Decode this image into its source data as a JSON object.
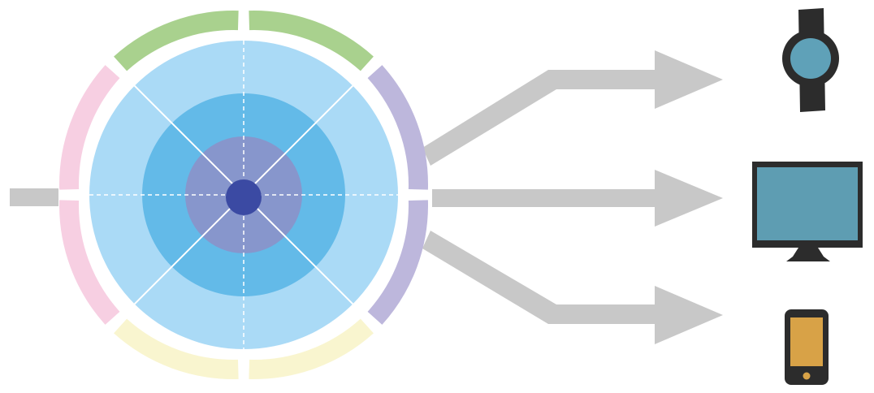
{
  "diagram": {
    "description_text": "",
    "colors": {
      "background": "#ffffff",
      "arrow": "#c8c8c8",
      "ring_green": "#a9d18e",
      "ring_purple": "#bdb7dc",
      "ring_yellow": "#f9f5cf",
      "ring_pink": "#f7cfe2",
      "outer_disc": "#aadaf6",
      "middle_disc": "#63bae8",
      "inner_disc": "#8796cc",
      "core": "#3b4aa3",
      "divider": "#ffffff",
      "device_body": "#2c2c2c",
      "watch_face": "#5fa1b8",
      "monitor_screen": "#5e9db2",
      "phone_screen": "#d8a247",
      "phone_button": "#d8a247"
    },
    "nodes": [
      {
        "name": "input-line"
      },
      {
        "name": "central-wheel"
      },
      {
        "name": "smartwatch-icon"
      },
      {
        "name": "monitor-icon"
      },
      {
        "name": "smartphone-icon"
      }
    ],
    "edges": [
      {
        "from": "central-wheel",
        "to": "smartwatch-icon"
      },
      {
        "from": "central-wheel",
        "to": "monitor-icon"
      },
      {
        "from": "central-wheel",
        "to": "smartphone-icon"
      }
    ]
  }
}
